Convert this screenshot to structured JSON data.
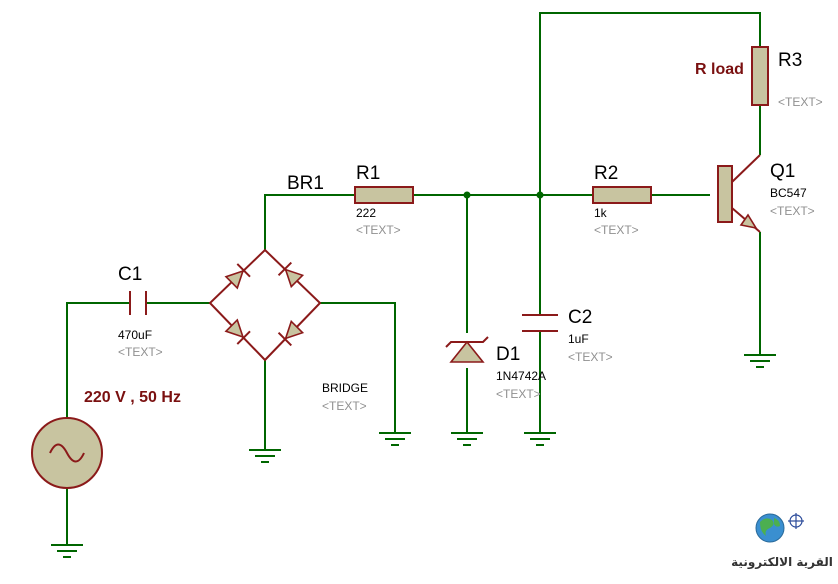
{
  "source": {
    "label": "220 V , 50 Hz"
  },
  "c1": {
    "ref": "C1",
    "value": "470uF",
    "text": "<TEXT>"
  },
  "br1": {
    "ref": "BR1",
    "value": "BRIDGE",
    "text": "<TEXT>"
  },
  "r1": {
    "ref": "R1",
    "value": "222",
    "text": "<TEXT>"
  },
  "d1": {
    "ref": "D1",
    "value": "1N4742A",
    "text": "<TEXT>"
  },
  "c2": {
    "ref": "C2",
    "value": "1uF",
    "text": "<TEXT>"
  },
  "r2": {
    "ref": "R2",
    "value": "1k",
    "text": "<TEXT>"
  },
  "q1": {
    "ref": "Q1",
    "value": "BC547",
    "text": "<TEXT>"
  },
  "r3": {
    "ref": "R3",
    "label": "R load",
    "text": "<TEXT>"
  },
  "logo": {
    "text": "القرية الالكترونية"
  },
  "colors": {
    "wire": "#006600",
    "component": "#8b1a1a",
    "body_fill": "#c8c4a0",
    "note": "#7a1010"
  }
}
